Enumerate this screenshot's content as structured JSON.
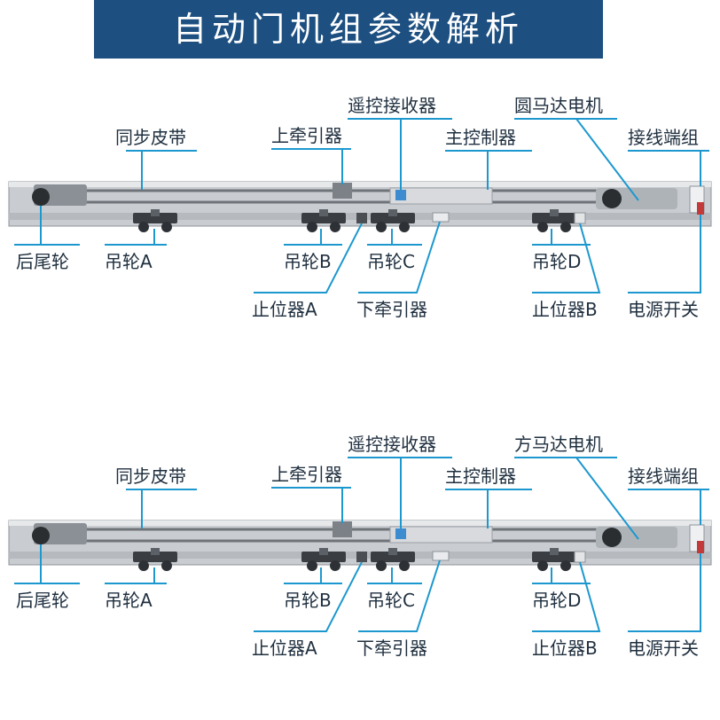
{
  "title": "自动门机组参数解析",
  "colors": {
    "banner": "#1d4f80",
    "leader": "#1d98cf",
    "rail": "#c9ccd0",
    "rail_dark": "#8e949a",
    "belt": "#6f747a",
    "text": "#1f2f3f"
  },
  "panels": [
    {
      "id": "top",
      "labels": {
        "tail_wheel": "后尾轮",
        "sync_belt": "同步皮带",
        "hanger_a": "吊轮A",
        "upper_traction": "上牵引器",
        "hanger_b": "吊轮B",
        "stopper_a": "止位器A",
        "receiver": "遥控接收器",
        "hanger_c": "吊轮C",
        "lower_traction": "下牵引器",
        "controller": "主控制器",
        "motor": "圆马达电机",
        "hanger_d": "吊轮D",
        "stopper_b": "止位器B",
        "terminal": "接线端组",
        "power_switch": "电源开关"
      }
    },
    {
      "id": "bottom",
      "labels": {
        "tail_wheel": "后尾轮",
        "sync_belt": "同步皮带",
        "hanger_a": "吊轮A",
        "upper_traction": "上牵引器",
        "hanger_b": "吊轮B",
        "stopper_a": "止位器A",
        "receiver": "遥控接收器",
        "hanger_c": "吊轮C",
        "lower_traction": "下牵引器",
        "controller": "主控制器",
        "motor": "方马达电机",
        "hanger_d": "吊轮D",
        "stopper_b": "止位器B",
        "terminal": "接线端组",
        "power_switch": "电源开关"
      }
    }
  ]
}
